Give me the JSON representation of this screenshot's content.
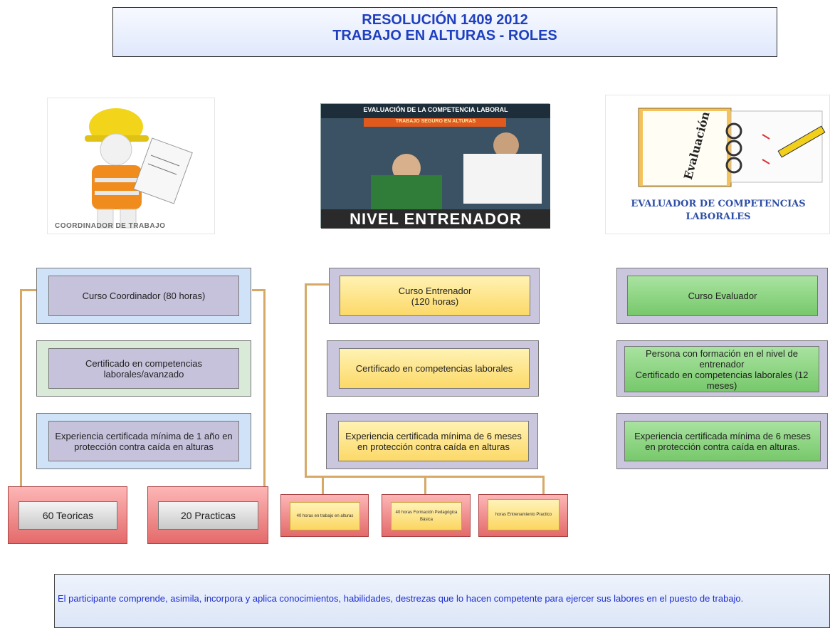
{
  "header": {
    "line1": "RESOLUCIÓN 1409 2012",
    "line2": "TRABAJO EN ALTURAS - ROLES"
  },
  "roles": {
    "coordinador": {
      "caption": "COORDINADOR DE TRABAJO",
      "course": "Curso Coordinador (80 horas)",
      "certificate": "Certificado en competencias laborales/avanzado",
      "experience": "Experiencia certificada mínima de 1 año en protección contra caída en alturas",
      "breakdown": [
        "60 Teoricas",
        "20 Practicas"
      ]
    },
    "entrenador": {
      "image_top": "EVALUACIÓN DE LA COMPETENCIA LABORAL",
      "image_sub": "TRABAJO SEGURO EN ALTURAS",
      "caption": "NIVEL ENTRENADOR",
      "course_line1": "Curso Entrenador",
      "course_line2": "(120 horas)",
      "certificate": "Certificado en competencias laborales",
      "experience": "Experiencia certificada mínima de 6 meses en protección contra caída en alturas",
      "breakdown": [
        "40 horas en trabajo en alturas",
        "40 horas Formación Pedagógica Básica",
        "horas Entrenamiento Practico"
      ]
    },
    "evaluador": {
      "image_word": "Evaluación",
      "caption_line1": "EVALUADOR DE COMPETENCIAS",
      "caption_line2": "LABORALES",
      "course": "Curso Evaluador",
      "requirement_line1": "Persona con formación en el nivel de entrenador",
      "requirement_line2": "Certificado en competencias laborales (12 meses)",
      "experience": "Experiencia certificada mínima de 6 meses en protección contra caída en alturas."
    }
  },
  "footer": {
    "text": "El participante comprende, asimila, incorpora y aplica conocimientos, habilidades, destrezas que lo hacen competente para ejercer sus labores en el puesto de trabajo."
  },
  "colors": {
    "title_blue": "#1f3fbf",
    "connector": "#d7a866",
    "box_yellow": "#fcd968",
    "box_green": "#77c86b",
    "box_red": "#e46a6a"
  }
}
